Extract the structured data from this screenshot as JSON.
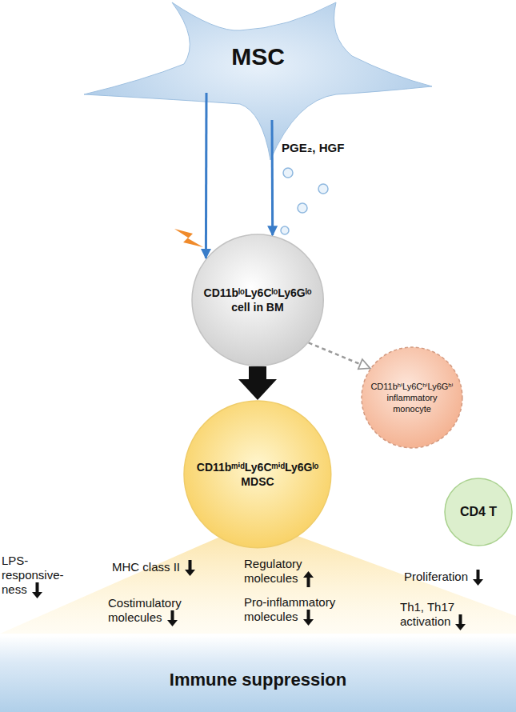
{
  "diagram": {
    "nodes": [
      {
        "text": [
          "MSC"
        ]
      },
      {
        "text": [
          "CD11bˡᵒLy6CˡᵒLy6Gˡᵒ cell in BM"
        ]
      },
      {
        "text": [
          "CD11bʰⁱLy6CʰⁱLy6Gʰⁱ inflammatory monocyte"
        ]
      },
      {
        "text": [
          "CD11bᵐⁱᵈLy6CᵐⁱᵈLy6Gˡᵒ MDSC"
        ]
      },
      {
        "text": [
          "CD4 T"
        ]
      },
      {
        "text": [
          "Immune suppression"
        ]
      }
    ],
    "edges": [
      {
        "from": 0,
        "to": 1,
        "arrow": "to"
      },
      {
        "from": 0,
        "to": 1,
        "arrow": "to",
        "label": "PGE₂, HGF"
      },
      {
        "from": 1,
        "to": 2,
        "arrow": "to"
      },
      {
        "from": 1,
        "to": 3,
        "arrow": "to"
      }
    ],
    "labels": [
      "LPS- responsive- ness",
      "MHC class II",
      "Costimulatory molecules",
      "Regulatory molecules",
      "Pro-inflammatory molecules",
      "Proliferation",
      "Th1, Th17 activation"
    ]
  }
}
